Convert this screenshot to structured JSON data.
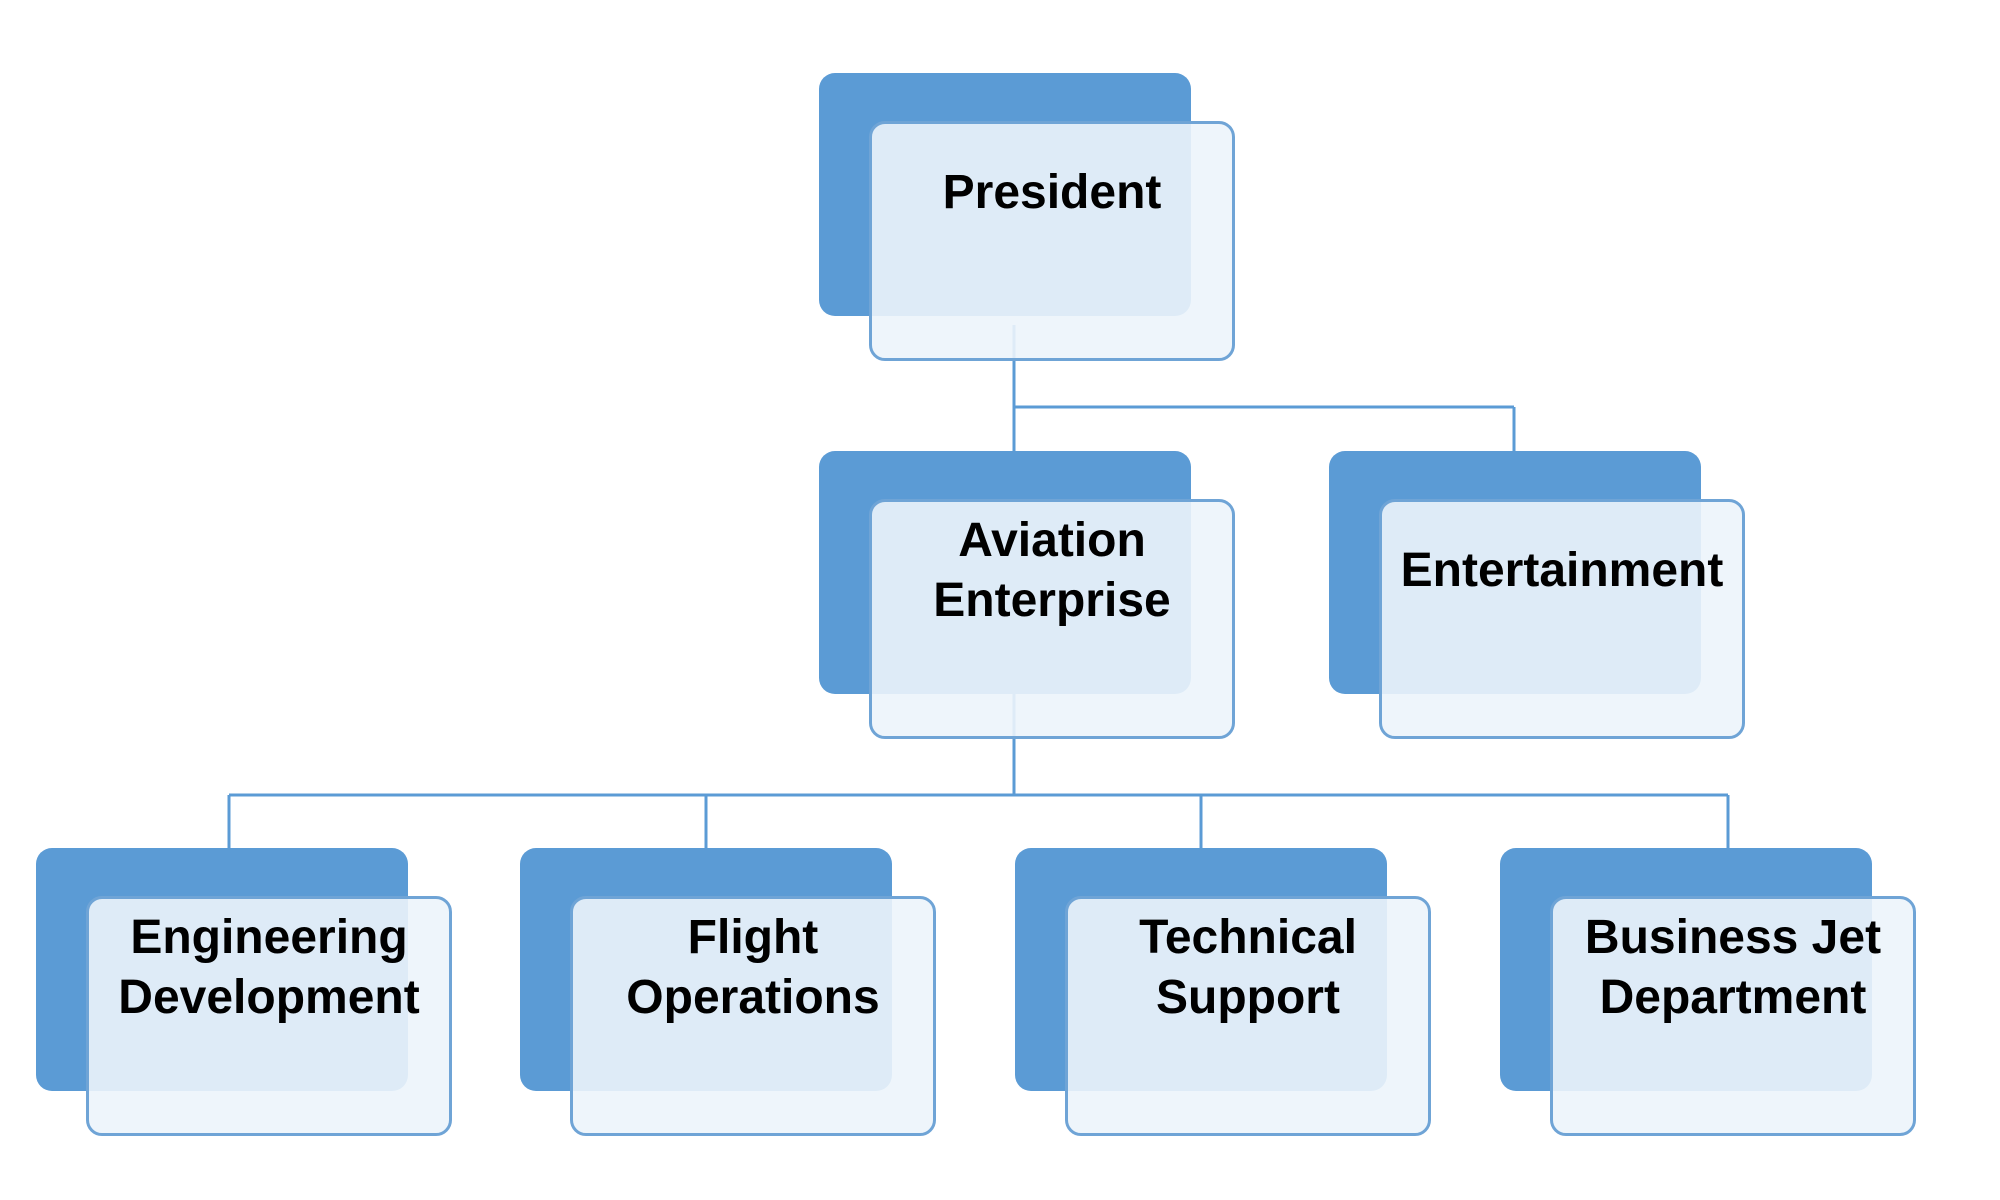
{
  "diagram": {
    "type": "org-chart",
    "colors": {
      "back_panel": "#5b9bd5",
      "front_panel": "#ecf4fb",
      "border": "#6fa4d6",
      "connector": "#5b9bd5",
      "text": "#000000"
    },
    "nodes": {
      "president": {
        "lines": [
          "President"
        ]
      },
      "aviation": {
        "lines": [
          "Aviation",
          "Enterprise"
        ]
      },
      "entertainment": {
        "lines": [
          "Entertainment"
        ]
      },
      "engineering": {
        "lines": [
          "Engineering",
          "Development"
        ]
      },
      "flight": {
        "lines": [
          "Flight",
          "Operations"
        ]
      },
      "technical": {
        "lines": [
          "Technical",
          "Support"
        ]
      },
      "business_jet": {
        "lines": [
          "Business Jet",
          "Department"
        ]
      }
    },
    "edges": [
      [
        "president",
        "aviation"
      ],
      [
        "president",
        "entertainment"
      ],
      [
        "aviation",
        "engineering"
      ],
      [
        "aviation",
        "flight"
      ],
      [
        "aviation",
        "technical"
      ],
      [
        "aviation",
        "business_jet"
      ]
    ]
  }
}
